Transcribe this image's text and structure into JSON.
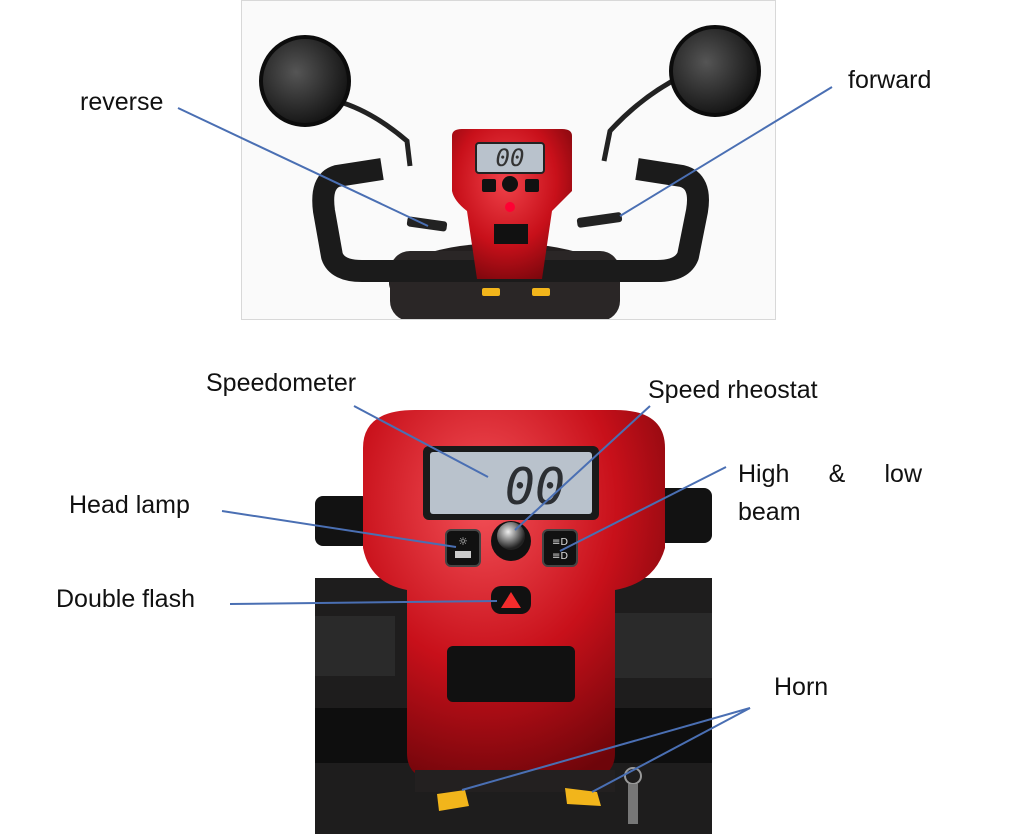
{
  "labels": {
    "reverse": "reverse",
    "forward": "forward",
    "speedometer": "Speedometer",
    "speed_rheostat": "Speed rheostat",
    "head_lamp": "Head lamp",
    "high_low_beam_line1": [
      "High",
      "&",
      "low"
    ],
    "high_low_beam_line2": "beam",
    "double_flash": "Double flash",
    "horn": "Horn"
  },
  "display_reading": "00",
  "colors": {
    "leader_line": "#4a6fb3",
    "body_red": "#c8101a",
    "handlebar": "#1b1b1b",
    "horn_lever": "#f2b51b",
    "lcd": "#b9c2cc"
  }
}
